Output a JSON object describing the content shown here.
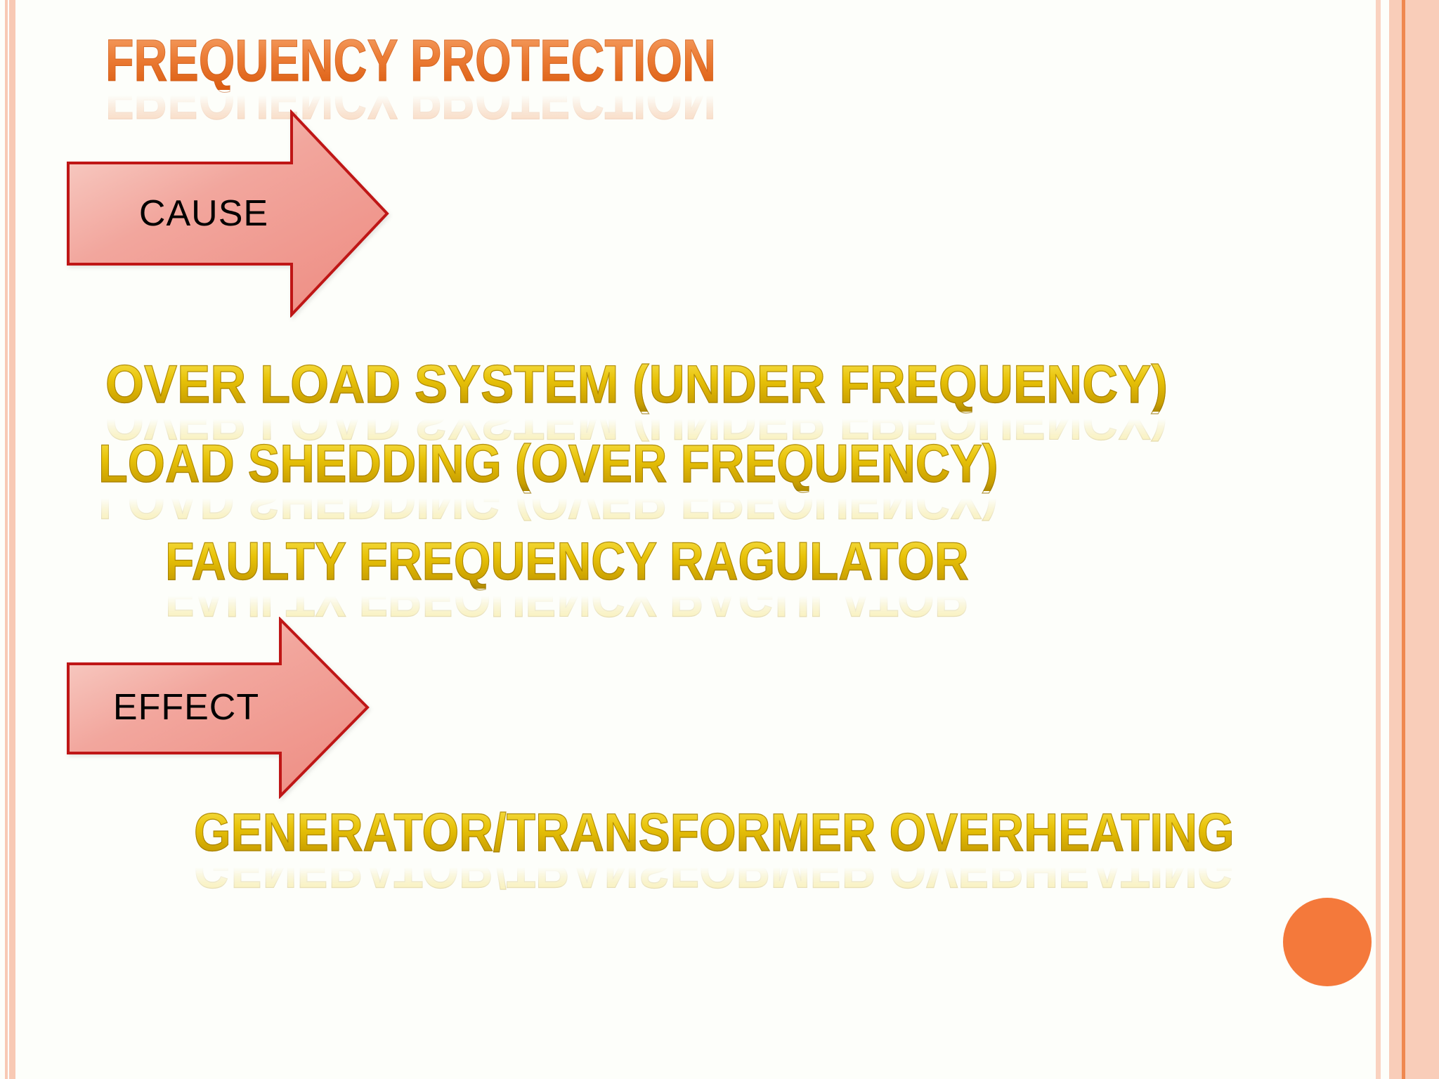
{
  "slide": {
    "title": "FREQUENCY PROTECTION",
    "cause_arrow_label": "CAUSE",
    "effect_arrow_label": "EFFECT",
    "causes": [
      "OVER LOAD SYSTEM (UNDER FREQUENCY)",
      "LOAD SHEDDING (OVER FREQUENCY)",
      "FAULTY FREQUENCY RAGULATOR"
    ],
    "effects": [
      "GENERATOR/TRANSFORMER OVERHEATING"
    ],
    "colors": {
      "title_orange": "#E8762E",
      "gold_text": "#E2BC05",
      "arrow_fill_light": "#F9D3CB",
      "arrow_fill_dark": "#EE8E84",
      "arrow_border": "#BF1616",
      "arrow_text": "#000000",
      "circle_orange": "#F4793B",
      "edge_stripe_pink": "#F8C9B4",
      "edge_stripe_orange": "#EF8850",
      "background": "#FDFEFA"
    }
  }
}
